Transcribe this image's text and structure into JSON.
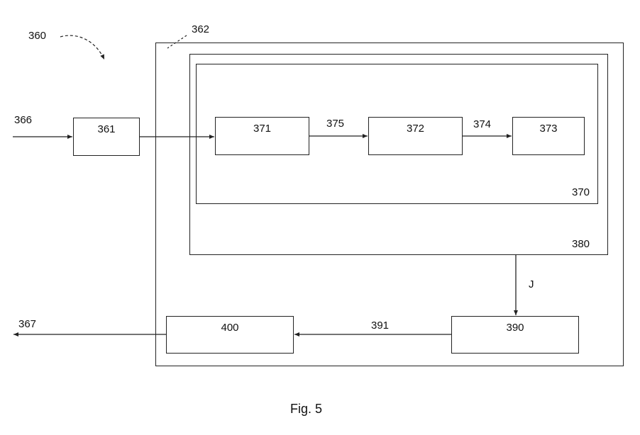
{
  "labels": {
    "system": "360",
    "housing": "362",
    "input_signal": "366",
    "output_signal": "367",
    "inner_frame": "370",
    "outer_frame": "380",
    "arrow_371_372": "375",
    "arrow_372_373": "374",
    "arrow_380_390": "J",
    "arrow_390_400": "391"
  },
  "blocks": {
    "b361": "361",
    "b371": "371",
    "b372": "372",
    "b373": "373",
    "b390": "390",
    "b400": "400"
  },
  "caption": "Fig. 5"
}
